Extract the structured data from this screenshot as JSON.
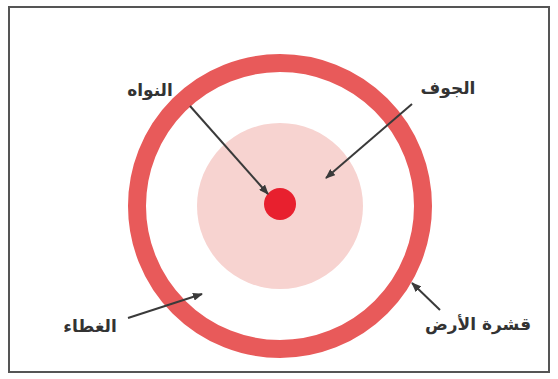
{
  "diagram": {
    "labels": [
      "الجوف",
      "النواه",
      "قشرة الأرض",
      "الغطاء"
    ]
  }
}
